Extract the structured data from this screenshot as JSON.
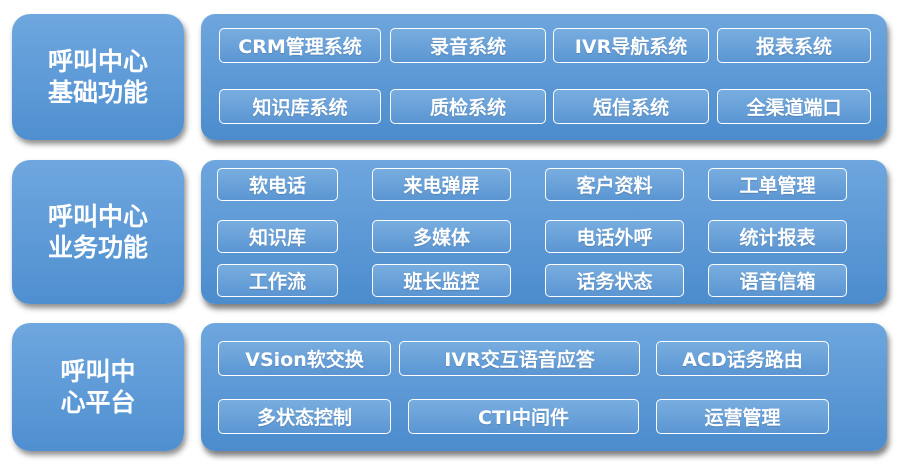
{
  "tiers": [
    {
      "label": "呼叫中心\n基础功能",
      "items": [
        "CRM管理系统",
        "录音系统",
        "IVR导航系统",
        "报表系统",
        "知识库系统",
        "质检系统",
        "短信系统",
        "全渠道端口"
      ]
    },
    {
      "label": "呼叫中心\n业务功能",
      "items": [
        "软电话",
        "来电弹屏",
        "客户资料",
        "工单管理",
        "知识库",
        "多媒体",
        "电话外呼",
        "统计报表",
        "工作流",
        "班长监控",
        "话务状态",
        "语音信箱"
      ]
    },
    {
      "label": "呼叫中\n心平台",
      "items": [
        "VSion软交换",
        "IVR交互语音应答",
        "ACD话务路由",
        "多状态控制",
        "CTI中间件",
        "运营管理"
      ]
    }
  ],
  "colors": {
    "fill": "#5b96d3",
    "border": "#ffffff",
    "text": "#ffffff"
  }
}
